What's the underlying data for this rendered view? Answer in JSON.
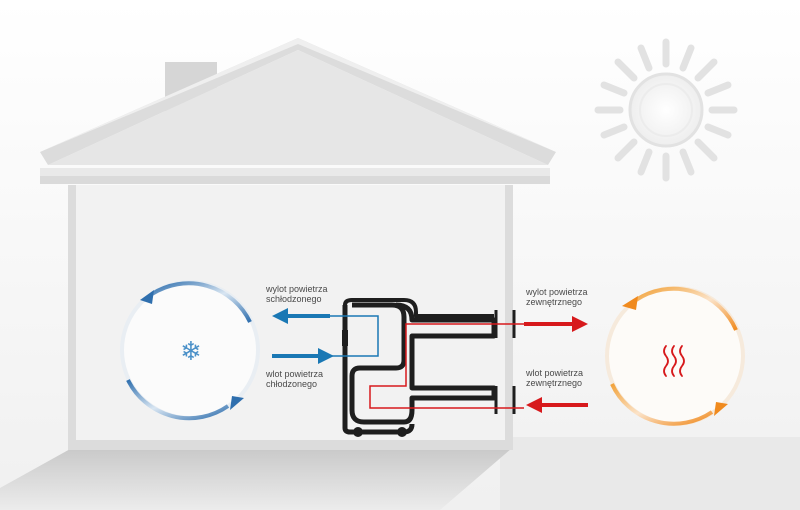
{
  "labels": {
    "cool_outlet_line1": "wylot powietrza",
    "cool_outlet_line2": "schłodzonego",
    "cool_inlet_line1": "wlot powietrza",
    "cool_inlet_line2": "chłodzonego",
    "ext_outlet_line1": "wylot powietrza",
    "ext_outlet_line2": "zewnętrznego",
    "ext_inlet_line1": "wlot powietrza",
    "ext_inlet_line2": "zewnętrznego"
  },
  "icons": {
    "indoor": "snowflake-icon",
    "outdoor": "heat-waves-icon",
    "sky": "sun-icon"
  },
  "snowflake_glyph": "❄",
  "colors": {
    "cool_blue": "#1a78b4",
    "hot_red": "#d7191c",
    "hot_orange": "#f39a1e",
    "unit_black": "#1e1e1e",
    "house_gray": "#dcdcdc"
  }
}
